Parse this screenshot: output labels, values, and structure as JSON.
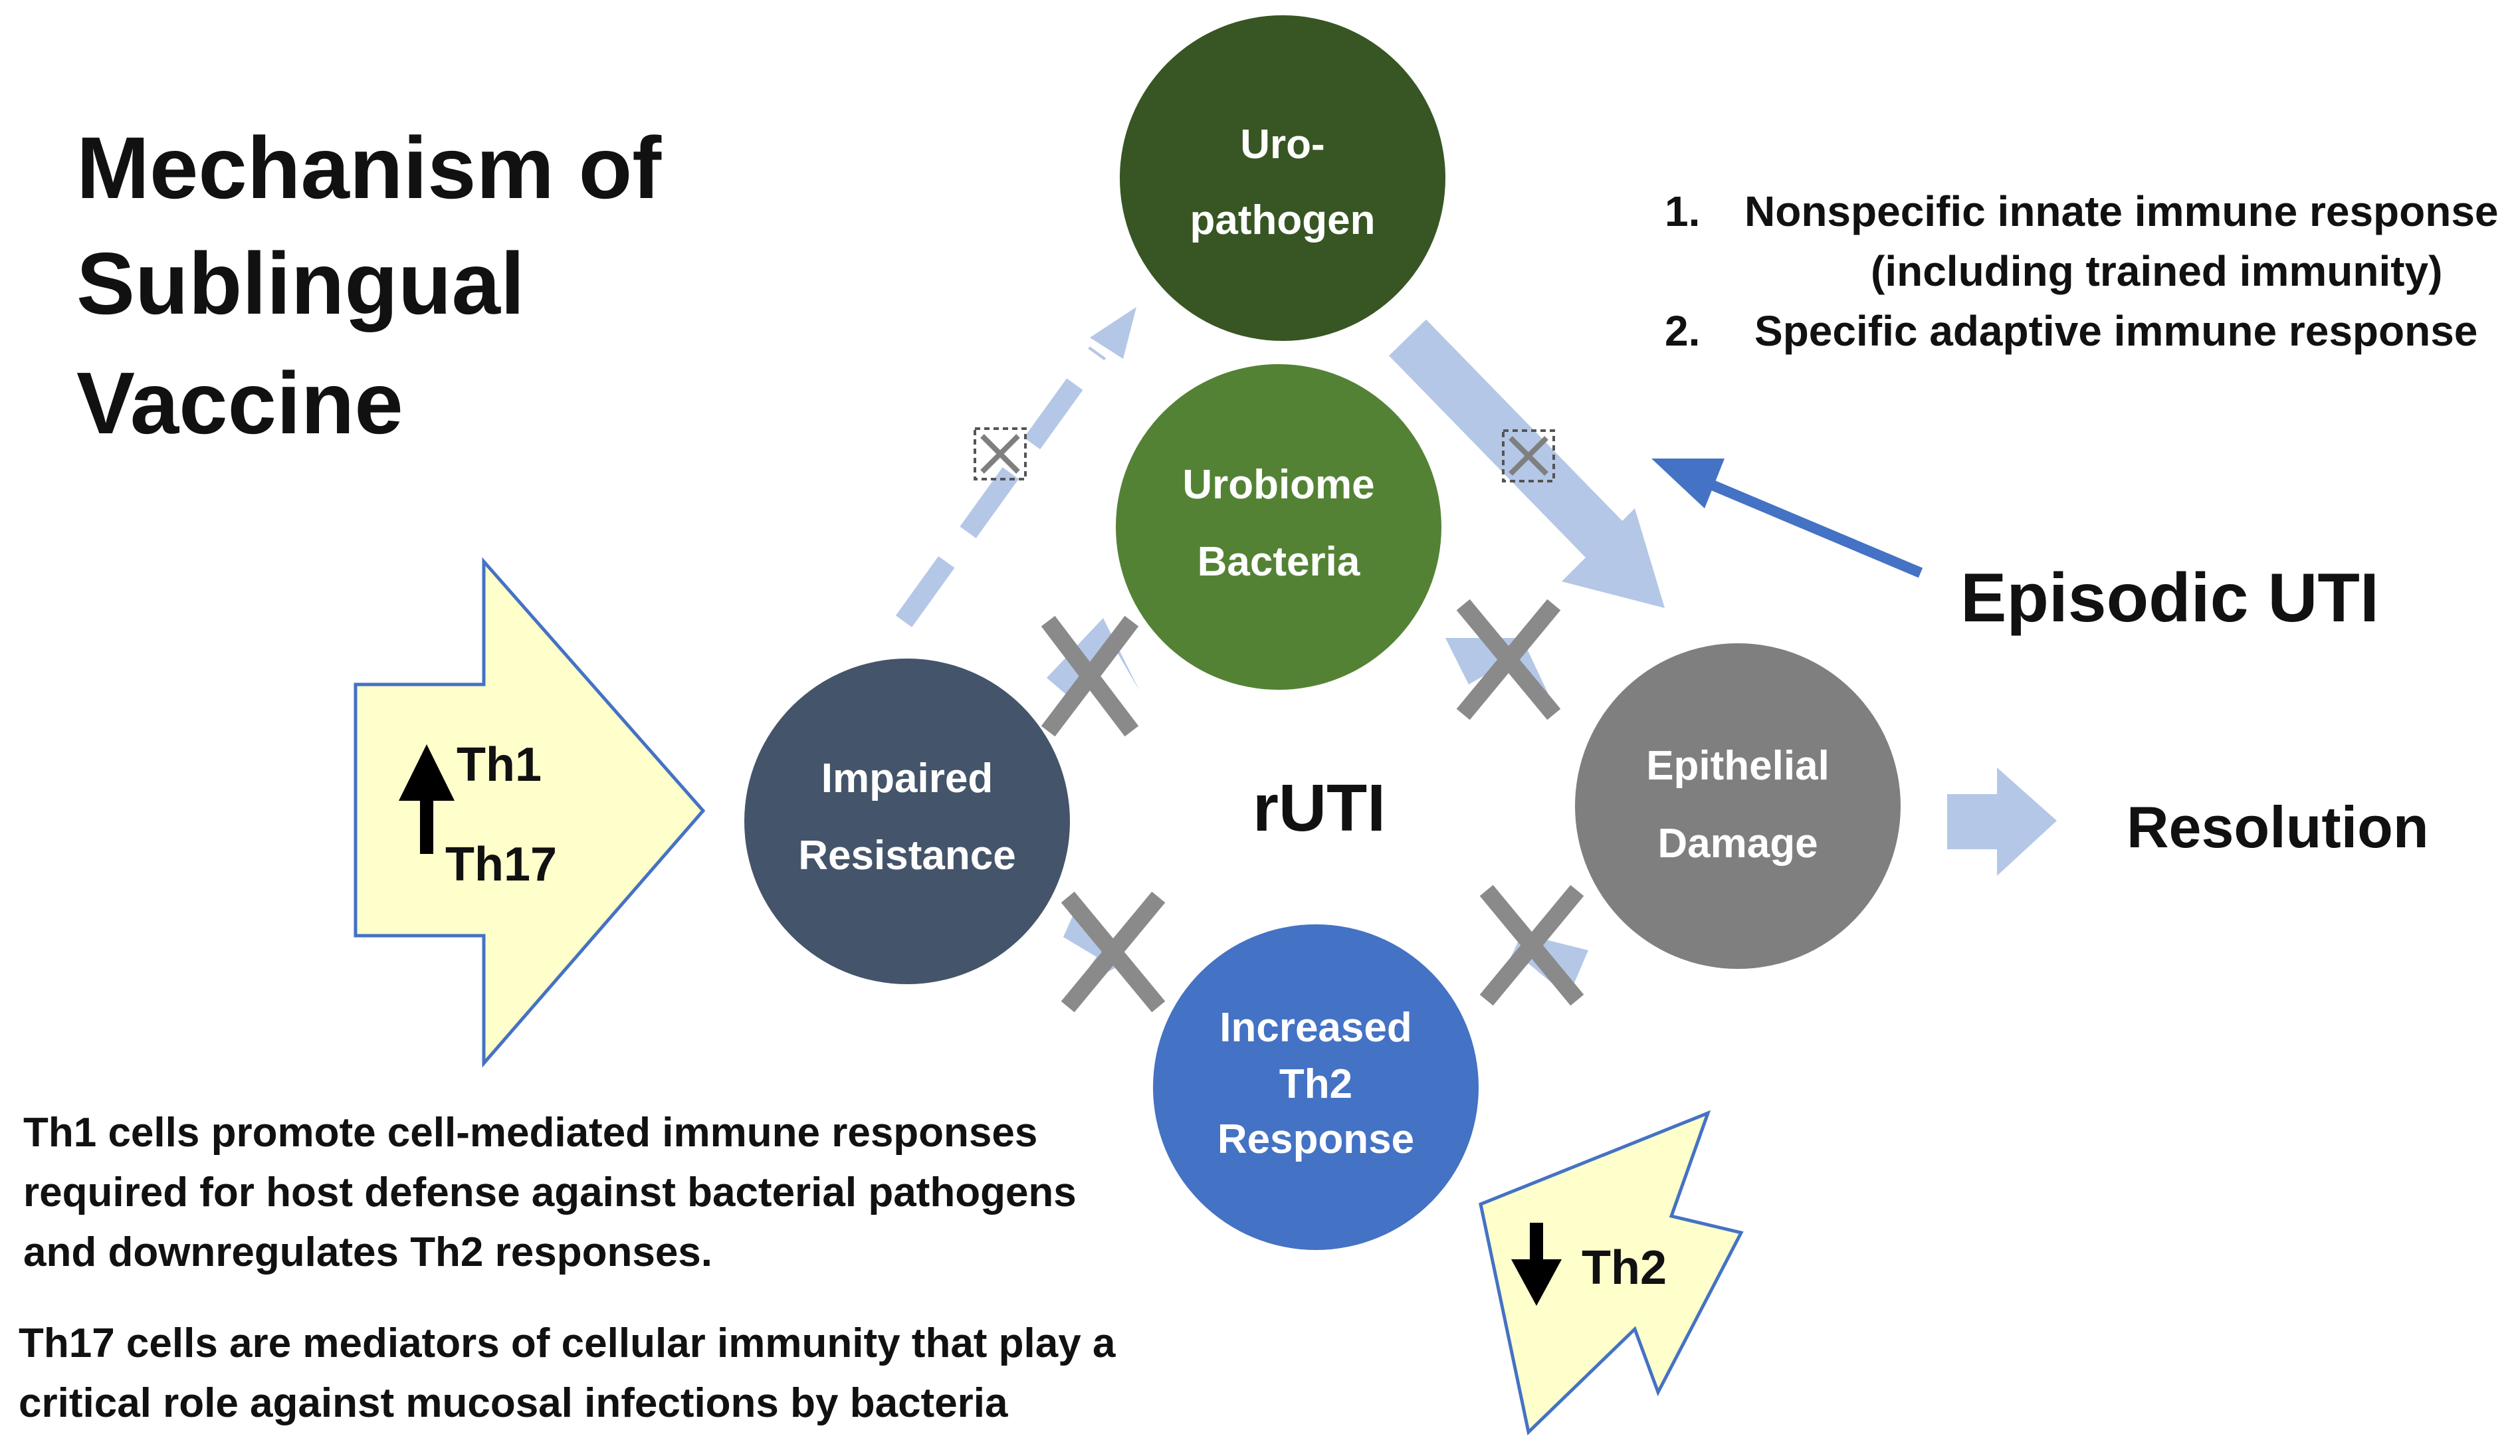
{
  "title": [
    "Mechanism of",
    "Sublingual",
    "Vaccine"
  ],
  "responses": {
    "item1_num": "1.",
    "item1_text": "Nonspecific innate immune response",
    "item1_sub": "(including trained immunity)",
    "item2_num": "2.",
    "item2_text": "Specific adaptive immune response"
  },
  "circles": {
    "uropathogen": [
      "Uro-",
      "pathogen"
    ],
    "urobiome": [
      "Urobiome",
      "Bacteria"
    ],
    "impaired": [
      "Impaired",
      "Resistance"
    ],
    "epithelial": [
      "Epithelial",
      "Damage"
    ],
    "th2_response": [
      "Increased",
      "Th2",
      "Response"
    ]
  },
  "center_label": "rUTI",
  "episodic_label": "Episodic UTI",
  "resolution_label": "Resolution",
  "left_arrow": {
    "th1": "Th1",
    "th17": "Th17"
  },
  "th2_arrow": {
    "label": "Th2"
  },
  "notes": {
    "th1": [
      "Th1 cells promote cell-mediated immune responses",
      "required for host defense against bacterial pathogens",
      "and downregulates Th2 responses."
    ],
    "th17": [
      "Th17 cells are mediators of cellular immunity that play a",
      "critical role against mucosal infections by bacteria"
    ]
  },
  "colors": {
    "uropathogen": "#375623",
    "urobiome": "#548235",
    "impaired": "#44546A",
    "epithelial": "#7F7F7F",
    "th2_response": "#4472C4",
    "light_arrow": "#B4C7E7",
    "blue_arrow": "#4472C4",
    "big_arrow_fill": "#FFFFCC",
    "x_mark": "#808080"
  }
}
